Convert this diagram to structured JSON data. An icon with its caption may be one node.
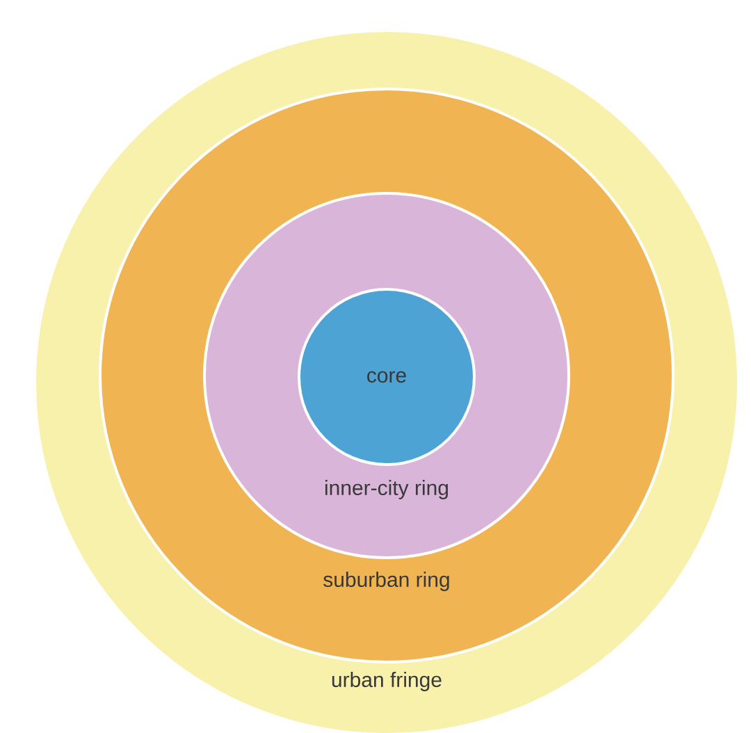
{
  "diagram": {
    "nodes": [
      {
        "text": [
          "urban fringe"
        ]
      },
      {
        "text": [
          "suburban ring"
        ],
        "in": 0
      },
      {
        "text": [
          "inner-city ring"
        ],
        "in": 1
      },
      {
        "text": [
          "core"
        ],
        "in": 2
      }
    ]
  }
}
